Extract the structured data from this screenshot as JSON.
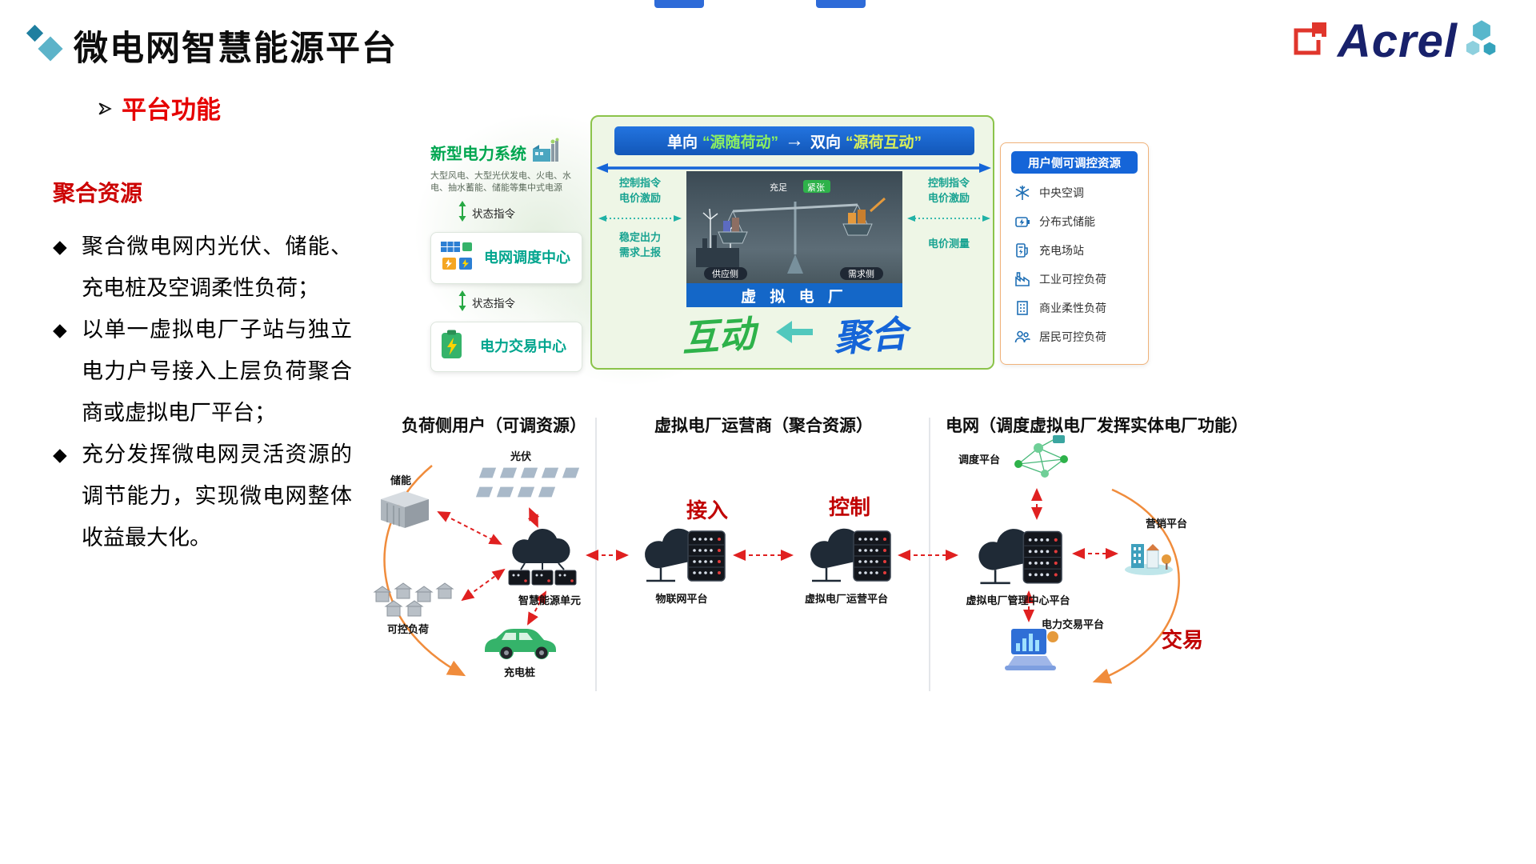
{
  "header": {
    "title": "微电网智慧能源平台",
    "logo_text": "Acrel",
    "subtitle": "平台功能"
  },
  "aggregate": {
    "heading": "聚合资源",
    "bullet_marker": "◆",
    "bullets": [
      "聚合微电网内光伏、储能、充电桩及空调柔性负荷；",
      "以单一虚拟电厂子站与独立电力户号接入上层负荷聚合商或虚拟电厂平台；",
      "充分发挥微电网灵活资源的调节能力，实现微电网整体收益最大化。"
    ]
  },
  "grid_system": {
    "title": "新型电力系统",
    "desc": "大型风电、大型光伏发电、火电、水电、抽水蓄能、储能等集中式电源",
    "status_cmd_1": "状态指令",
    "dispatch_center": "电网调度中心",
    "status_cmd_2": "状态指令",
    "trade_center": "电力交易中心"
  },
  "vpp_panel": {
    "header": {
      "one_way": "单向",
      "quote1": "“源随荷动”",
      "arrow": "→",
      "two_way": "双向",
      "quote2": "“源荷互动”"
    },
    "notes": {
      "left_top": "控制指令\n电价激励",
      "left_bottom": "稳定出力\n需求上报",
      "right_top": "控制指令\n电价激励",
      "right_bottom": "电价测量"
    },
    "scale": {
      "full": "充足",
      "tight": "紧张",
      "supply": "供应侧",
      "demand": "需求侧",
      "vpp_bar": "虚 拟 电 厂"
    },
    "script": {
      "interact": "互动",
      "aggregate": "聚合"
    }
  },
  "user_resources": {
    "header": "用户侧可调控资源",
    "items": [
      {
        "label": "中央空调",
        "icon": "snowflake-icon"
      },
      {
        "label": "分布式储能",
        "icon": "battery-icon"
      },
      {
        "label": "充电场站",
        "icon": "ev-charger-icon"
      },
      {
        "label": "工业可控负荷",
        "icon": "factory-icon"
      },
      {
        "label": "商业柔性负荷",
        "icon": "office-building-icon"
      },
      {
        "label": "居民可控负荷",
        "icon": "residents-icon"
      }
    ]
  },
  "flow": {
    "sections": [
      "负荷侧用户（可调资源）",
      "虚拟电厂运营商（聚合资源）",
      "电网（调度虚拟电厂发挥实体电厂功能）"
    ],
    "labels": {
      "access": "接入",
      "control": "控制",
      "trade": "交易"
    },
    "nodes": {
      "storage": "储能",
      "pv": "光伏",
      "load": "可控负荷",
      "charger": "充电桩",
      "energy_unit": "智慧能源单元",
      "iot": "物联网平台",
      "operator": "虚拟电厂运营平台",
      "dispatch": "调度平台",
      "mgmt": "虚拟电厂管理中心平台",
      "marketing": "营销平台",
      "trading": "电力交易平台"
    }
  },
  "colors": {
    "accent_red": "#e60000",
    "brand_blue": "#1565d8",
    "teal": "#18a391",
    "green": "#00a650",
    "arrow_red": "#e02020",
    "orange_arc": "#f08c3c",
    "logo_navy": "#18216b",
    "logo_red": "#e0362c"
  }
}
